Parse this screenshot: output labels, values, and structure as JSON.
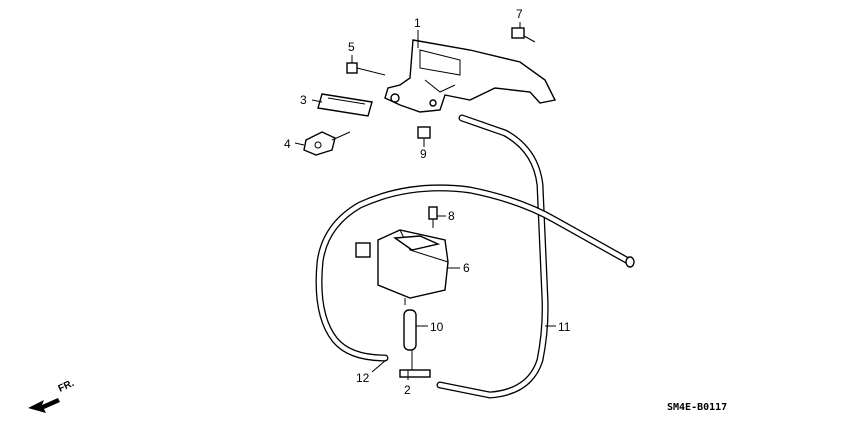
{
  "diagram": {
    "callouts": [
      {
        "id": "1",
        "label": "1"
      },
      {
        "id": "2",
        "label": "2"
      },
      {
        "id": "3",
        "label": "3"
      },
      {
        "id": "4",
        "label": "4"
      },
      {
        "id": "5",
        "label": "5"
      },
      {
        "id": "6",
        "label": "6"
      },
      {
        "id": "7",
        "label": "7"
      },
      {
        "id": "8",
        "label": "8"
      },
      {
        "id": "9",
        "label": "9"
      },
      {
        "id": "10",
        "label": "10"
      },
      {
        "id": "11",
        "label": "11"
      },
      {
        "id": "12",
        "label": "12"
      }
    ],
    "direction_label": "FR.",
    "diagram_code": "SM4E-B0117"
  }
}
